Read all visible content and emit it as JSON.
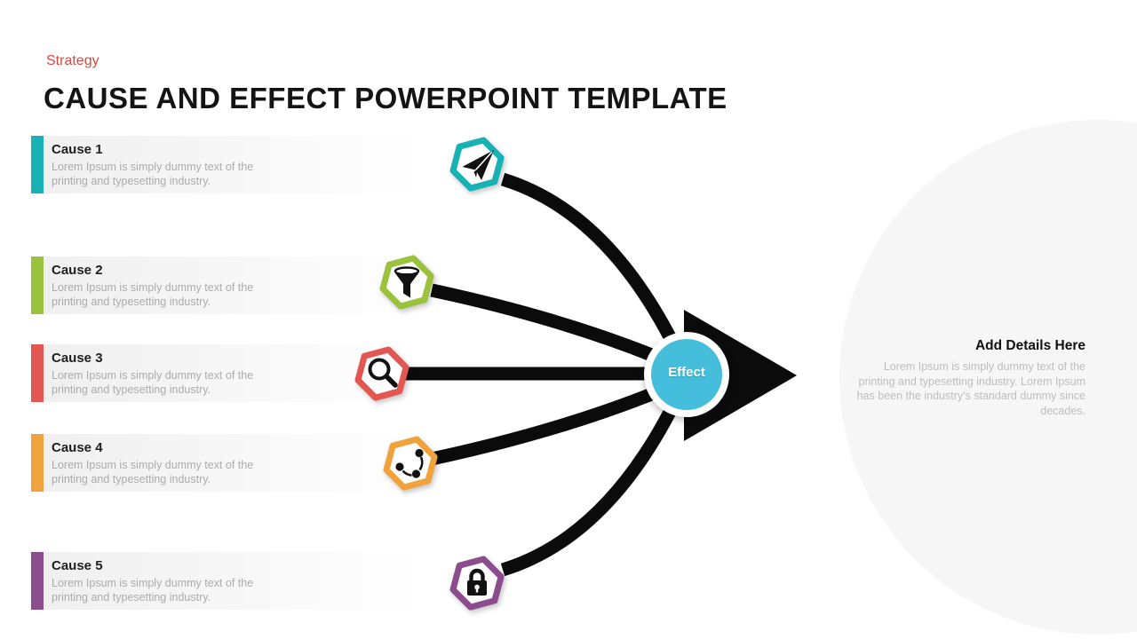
{
  "header": {
    "eyebrow": "Strategy",
    "title": "CAUSE AND EFFECT POWERPOINT TEMPLATE",
    "accent_color": "#D14B41"
  },
  "causes": [
    {
      "label": "Cause 1",
      "description": "Lorem Ipsum is simply dummy text of the printing and typesetting industry.",
      "color": "#18B2B4",
      "icon": "paper-plane-icon"
    },
    {
      "label": "Cause 2",
      "description": "Lorem Ipsum is simply dummy text of the printing and typesetting industry.",
      "color": "#9BC23D",
      "icon": "funnel-icon"
    },
    {
      "label": "Cause 3",
      "description": "Lorem Ipsum is simply dummy text of the printing and typesetting industry.",
      "color": "#E25752",
      "icon": "magnifier-icon"
    },
    {
      "label": "Cause 4",
      "description": "Lorem Ipsum is simply dummy text of the printing and typesetting industry.",
      "color": "#F0A33C",
      "icon": "share-icon"
    },
    {
      "label": "Cause 5",
      "description": "Lorem Ipsum is simply dummy text of the printing and typesetting industry.",
      "color": "#8B4D8D",
      "icon": "lock-icon"
    }
  ],
  "effect": {
    "label": "Effect",
    "color": "#45BEDC"
  },
  "details": {
    "heading": "Add Details Here",
    "body": "Lorem Ipsum is simply dummy text of the printing and typesetting industry. Lorem Ipsum has been the industry's standard dummy since decades.",
    "circle_color": "#F6F6F6"
  }
}
